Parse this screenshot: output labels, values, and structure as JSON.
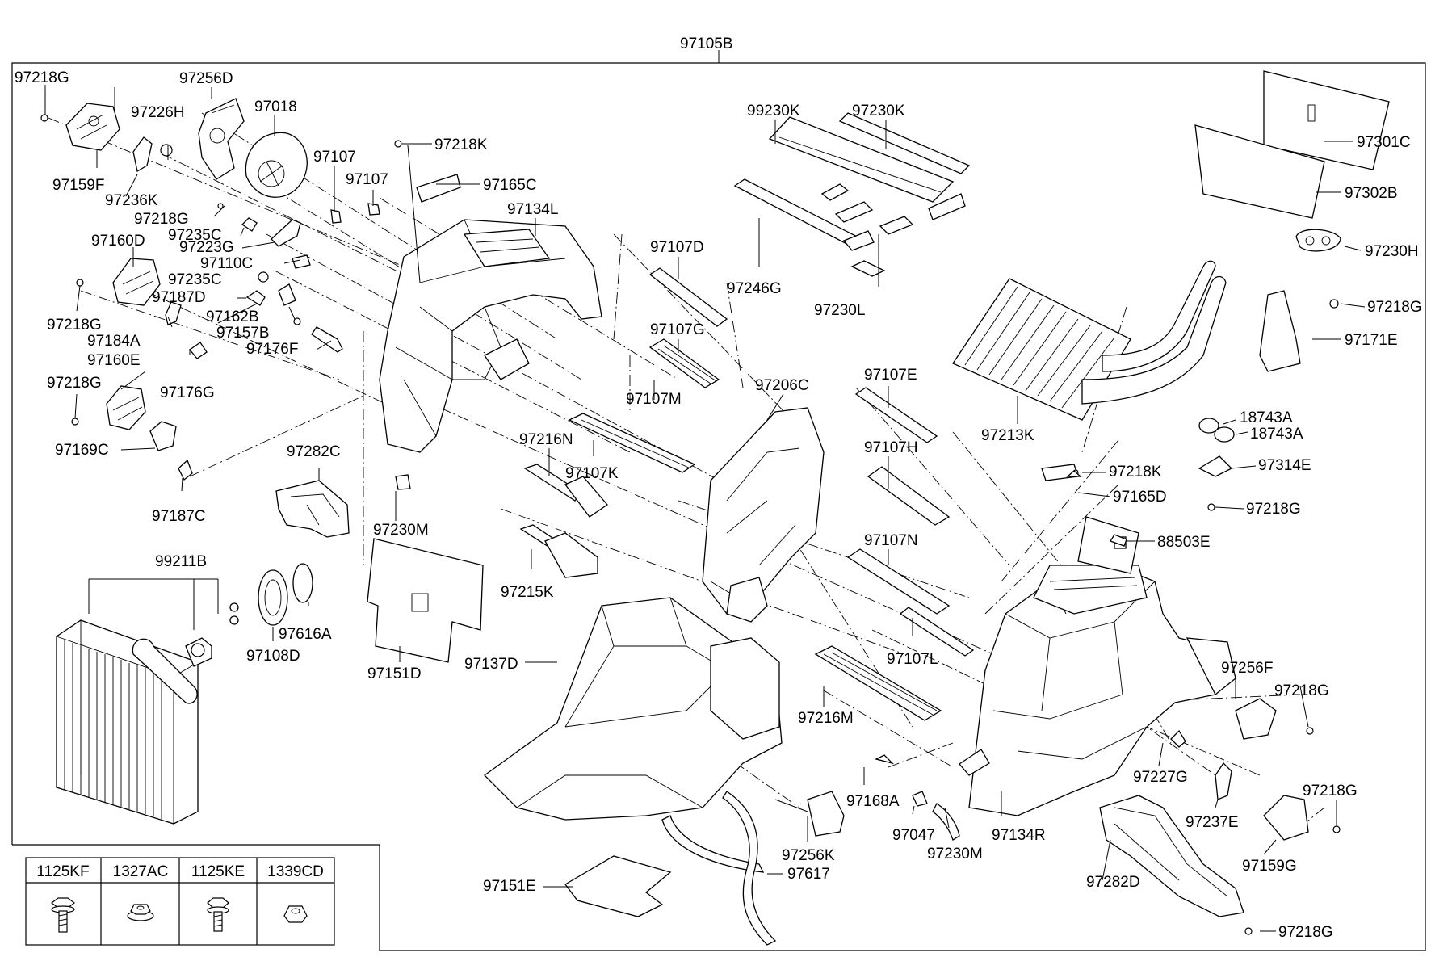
{
  "assembly_label": "97105B",
  "parts": [
    {
      "id": "p-97218G-a",
      "text": "97218G"
    },
    {
      "id": "p-97256D",
      "text": "97256D"
    },
    {
      "id": "p-97226H",
      "text": "97226H"
    },
    {
      "id": "p-97018",
      "text": "97018"
    },
    {
      "id": "p-97159F",
      "text": "97159F"
    },
    {
      "id": "p-97236K",
      "text": "97236K"
    },
    {
      "id": "p-97218G-b",
      "text": "97218G"
    },
    {
      "id": "p-97235C-a",
      "text": "97235C"
    },
    {
      "id": "p-97223G",
      "text": "97223G"
    },
    {
      "id": "p-97160D",
      "text": "97160D"
    },
    {
      "id": "p-97110C",
      "text": "97110C"
    },
    {
      "id": "p-97235C-b",
      "text": "97235C"
    },
    {
      "id": "p-97187D",
      "text": "97187D"
    },
    {
      "id": "p-97162B",
      "text": "97162B"
    },
    {
      "id": "p-97218G-c",
      "text": "97218G"
    },
    {
      "id": "p-97184A",
      "text": "97184A"
    },
    {
      "id": "p-97157B",
      "text": "97157B"
    },
    {
      "id": "p-97176F",
      "text": "97176F"
    },
    {
      "id": "p-97160E",
      "text": "97160E"
    },
    {
      "id": "p-97218G-d",
      "text": "97218G"
    },
    {
      "id": "p-97176G",
      "text": "97176G"
    },
    {
      "id": "p-97169C",
      "text": "97169C"
    },
    {
      "id": "p-97187C",
      "text": "97187C"
    },
    {
      "id": "p-97107-a",
      "text": "97107"
    },
    {
      "id": "p-97107-b",
      "text": "97107"
    },
    {
      "id": "p-97218K-a",
      "text": "97218K"
    },
    {
      "id": "p-97165C",
      "text": "97165C"
    },
    {
      "id": "p-97134L",
      "text": "97134L"
    },
    {
      "id": "p-99230K",
      "text": "99230K"
    },
    {
      "id": "p-97230K",
      "text": "97230K"
    },
    {
      "id": "p-97246G",
      "text": "97246G"
    },
    {
      "id": "p-97230L",
      "text": "97230L"
    },
    {
      "id": "p-97301C",
      "text": "97301C"
    },
    {
      "id": "p-97302B",
      "text": "97302B"
    },
    {
      "id": "p-97230H",
      "text": "97230H"
    },
    {
      "id": "p-97218G-e",
      "text": "97218G"
    },
    {
      "id": "p-97171E",
      "text": "97171E"
    },
    {
      "id": "p-97213K",
      "text": "97213K"
    },
    {
      "id": "p-18743A-a",
      "text": "18743A"
    },
    {
      "id": "p-18743A-b",
      "text": "18743A"
    },
    {
      "id": "p-97314E",
      "text": "97314E"
    },
    {
      "id": "p-97218G-f",
      "text": "97218G"
    },
    {
      "id": "p-97218K-b",
      "text": "97218K"
    },
    {
      "id": "p-97165D",
      "text": "97165D"
    },
    {
      "id": "p-88503E",
      "text": "88503E"
    },
    {
      "id": "p-97107D",
      "text": "97107D"
    },
    {
      "id": "p-97107G",
      "text": "97107G"
    },
    {
      "id": "p-97107M",
      "text": "97107M"
    },
    {
      "id": "p-97206C",
      "text": "97206C"
    },
    {
      "id": "p-97107E",
      "text": "97107E"
    },
    {
      "id": "p-97107H",
      "text": "97107H"
    },
    {
      "id": "p-97107N",
      "text": "97107N"
    },
    {
      "id": "p-97107L",
      "text": "97107L"
    },
    {
      "id": "p-97216N",
      "text": "97216N"
    },
    {
      "id": "p-97107K",
      "text": "97107K"
    },
    {
      "id": "p-97282C",
      "text": "97282C"
    },
    {
      "id": "p-97230M-a",
      "text": "97230M"
    },
    {
      "id": "p-97215K",
      "text": "97215K"
    },
    {
      "id": "p-99211B",
      "text": "99211B"
    },
    {
      "id": "p-97616A",
      "text": "97616A"
    },
    {
      "id": "p-97108D",
      "text": "97108D"
    },
    {
      "id": "p-97151D",
      "text": "97151D"
    },
    {
      "id": "p-97137D",
      "text": "97137D"
    },
    {
      "id": "p-97216M",
      "text": "97216M"
    },
    {
      "id": "p-97256F",
      "text": "97256F"
    },
    {
      "id": "p-97218G-g",
      "text": "97218G"
    },
    {
      "id": "p-97227G",
      "text": "97227G"
    },
    {
      "id": "p-97218G-h",
      "text": "97218G"
    },
    {
      "id": "p-97237E",
      "text": "97237E"
    },
    {
      "id": "p-97159G",
      "text": "97159G"
    },
    {
      "id": "p-97168A",
      "text": "97168A"
    },
    {
      "id": "p-97047",
      "text": "97047"
    },
    {
      "id": "p-97230M-b",
      "text": "97230M"
    },
    {
      "id": "p-97134R",
      "text": "97134R"
    },
    {
      "id": "p-97256K",
      "text": "97256K"
    },
    {
      "id": "p-97617",
      "text": "97617"
    },
    {
      "id": "p-97151E",
      "text": "97151E"
    },
    {
      "id": "p-97282D",
      "text": "97282D"
    },
    {
      "id": "p-97218G-i",
      "text": "97218G"
    }
  ],
  "hardware_table": {
    "headers": [
      "1125KF",
      "1327AC",
      "1125KE",
      "1339CD"
    ],
    "icons": [
      "bolt-flange-icon",
      "nut-flange-icon",
      "bolt-washer-icon",
      "nut-hex-icon"
    ]
  }
}
